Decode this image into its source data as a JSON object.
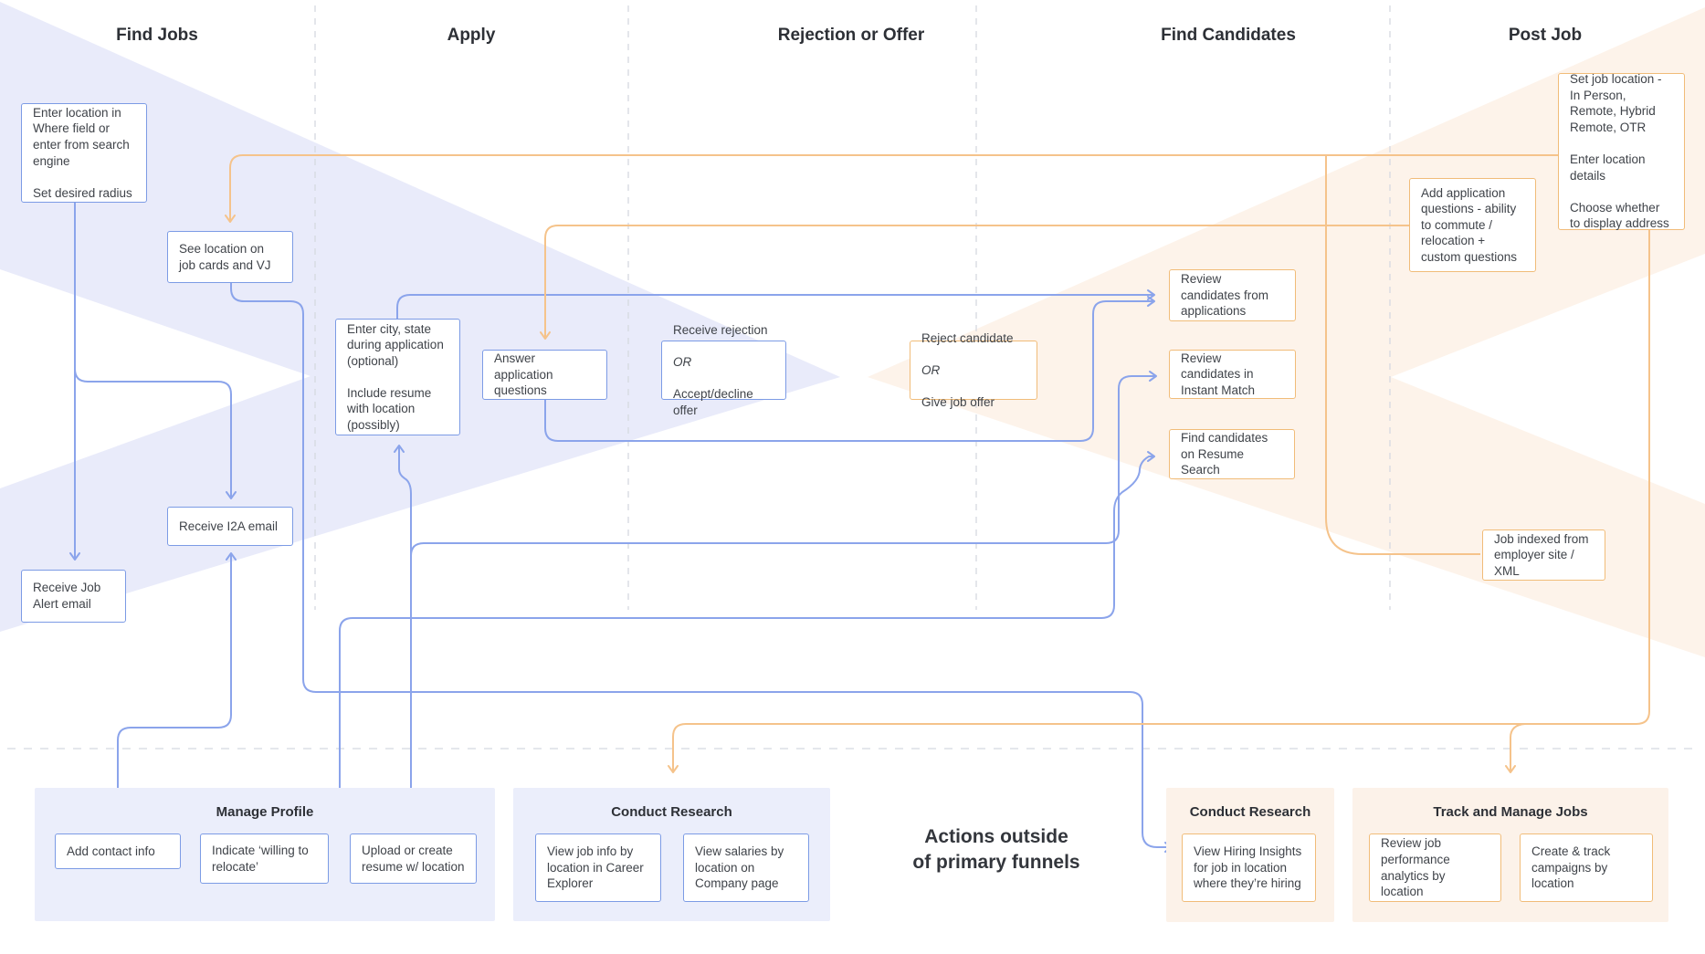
{
  "diagram": {
    "columns": [
      {
        "label": "Find Jobs"
      },
      {
        "label": "Apply"
      },
      {
        "label": "Rejection or Offer"
      },
      {
        "label": "Find Candidates"
      },
      {
        "label": "Post Job"
      }
    ],
    "nodes": {
      "enter_location": {
        "text": "Enter location in Where field or enter from search engine\n\nSet desired radius"
      },
      "see_location": {
        "text": "See location on job cards and VJ"
      },
      "enter_city": {
        "text": "Enter city, state during application (optional)\n\nInclude resume with location (possibly)"
      },
      "answer_questions": {
        "text": "Answer application questions"
      },
      "receive_rejection": {
        "line1": "Receive rejection",
        "or_word": "OR",
        "line2": "Accept/decline offer"
      },
      "receive_i2a": {
        "text": "Receive I2A email"
      },
      "receive_job_alert": {
        "text": "Receive Job Alert email"
      },
      "reject_candidate": {
        "line1": "Reject candidate",
        "or_word": "OR",
        "line2": "Give job offer"
      },
      "review_from_apps": {
        "text": "Review candidates from applications"
      },
      "review_instant_match": {
        "text": "Review candidates in Instant Match"
      },
      "find_resume_search": {
        "text": "Find candidates on Resume Search"
      },
      "job_indexed": {
        "text": "Job indexed from employer site / XML"
      },
      "set_job_location": {
        "text": "Set job location - In Person, Remote, Hybrid Remote, OTR\n\nEnter location details\n\nChoose whether to display address"
      },
      "add_app_questions": {
        "text": "Add application questions - ability to commute / relocation + custom questions"
      }
    },
    "panels": {
      "manage_profile": {
        "title": "Manage Profile",
        "items": {
          "add_contact": {
            "text": "Add contact info"
          },
          "indicate_relocate": {
            "text": "Indicate ‘willing to relocate’"
          },
          "upload_resume": {
            "text": "Upload or create resume w/ location"
          }
        }
      },
      "conduct_research_seeker": {
        "title": "Conduct Research",
        "items": {
          "view_job_info": {
            "text": "View job info by location in Career Explorer"
          },
          "view_salaries": {
            "text": "View salaries by location on Company page"
          }
        }
      },
      "conduct_research_employer": {
        "title": "Conduct Research",
        "items": {
          "view_hiring_insights": {
            "text": "View Hiring Insights for job in location where they’re hiring"
          }
        }
      },
      "track_manage_jobs": {
        "title": "Track and Manage Jobs",
        "items": {
          "review_performance": {
            "text": "Review job performance analytics by location"
          },
          "create_track_campaigns": {
            "text": "Create & track campaigns by location"
          }
        }
      }
    },
    "notes": {
      "actions_outside": "Actions outside\nof primary funnels"
    },
    "colors": {
      "seeker_accent": "#7c9be5",
      "seeker_connector": "#8ba4eb",
      "seeker_funnel_fill": "#e9ebfa",
      "seeker_panel_fill": "#ebeefb",
      "employer_accent": "#f1bc79",
      "employer_connector": "#f5c38b",
      "employer_funnel_fill": "#fdf3ea",
      "employer_panel_fill": "#fcf2e9",
      "text_dark": "#3f4349",
      "guide_gray": "#d6d9e0"
    }
  }
}
